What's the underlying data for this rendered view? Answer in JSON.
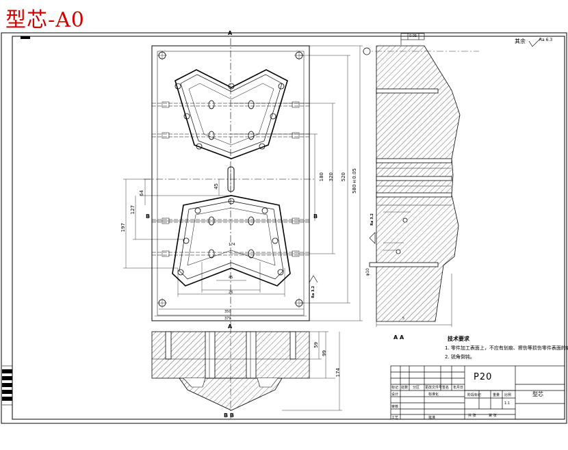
{
  "stamp_title": "型芯-A0",
  "section_label_a": "A",
  "section_label_b": "B",
  "section_caption_aa": "A A",
  "section_caption_bb": "B B",
  "roughness_prefix": "其余",
  "roughness_value": "Ra 6.3",
  "flatness_box": "0.05",
  "tech_title": "技术要求",
  "tech_items": [
    "1. 零件加工表面上，不应有划痕、擦伤等损伤零件表面的缺陷。",
    "2. 锐角倒钝。"
  ],
  "material": "P20",
  "part_name": "型芯",
  "title_block": {
    "row_labels": [
      "标记",
      "处数",
      "分区",
      "更改文件号",
      "签名",
      "年月日"
    ],
    "design": "设计",
    "standard": "标准化",
    "stage_mark": "阶段标记",
    "weight": "重量",
    "scale": "比例",
    "scale_value": "1:1",
    "review": "审核",
    "process": "工艺",
    "approve": "批准",
    "sheets_total": "共  张",
    "sheet_no": "第  张"
  },
  "dims": {
    "d180": "180",
    "d320": "320",
    "d520": "520",
    "d580": "580±0.05",
    "d45": "45",
    "d64": "64",
    "d127": "127",
    "d197": "197",
    "d59": "59",
    "d99": "99",
    "d174": "174",
    "d174b": "174",
    "d26": "26",
    "d350": "350",
    "d379": "379",
    "d45b": "45",
    "d5": "5",
    "dphi": "φ10",
    "ra_side_top": "Ra 3.2",
    "ra_side_mid": "Ra 3.2"
  }
}
